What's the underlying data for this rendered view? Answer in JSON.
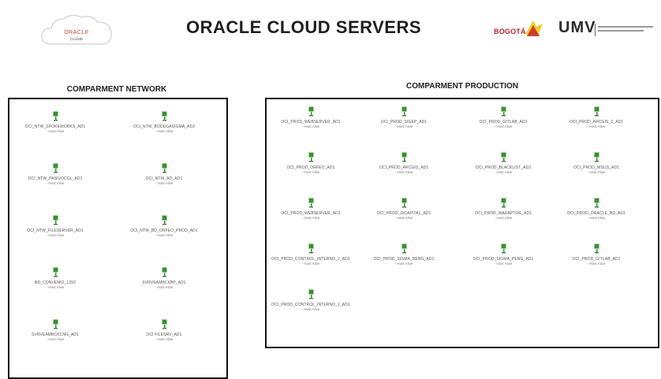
{
  "header": {
    "title": "ORACLE CLOUD SERVERS",
    "oracle_logo_text": "ORACLE",
    "oracle_logo_subtext": "CLOUD",
    "bogota_logo_text": "BOGOTÁ",
    "umv_logo_text": "UMV"
  },
  "colors": {
    "server_icon": "#3f8a3a",
    "server_icon_light": "#9ad98f",
    "oracle_red": "#c74634",
    "bogota_red": "#c2272d"
  },
  "network": {
    "title": "COMPARMENT NETWORK",
    "nodes": [
      {
        "name": "OCI_NTW_SPOKEWORKS_AD1",
        "status": "- Host Alive"
      },
      {
        "name": "OCI_NTW_BODEGASIGMA_AD2",
        "status": "- Host Alive"
      },
      {
        "name": "OCI_NTW_PASIVOCGL_AD1",
        "status": "- Host Alive"
      },
      {
        "name": "OCI_NTW_AD_AD1",
        "status": "- Host Alive"
      },
      {
        "name": "OCI_NTW_FILESERVER_AD1",
        "status": "- Host Alive"
      },
      {
        "name": "OCI_NTW_BD_ORFEO_PROD_AD1",
        "status": "- Host Alive"
      },
      {
        "name": "BD_CONVENIO_1292",
        "status": "- Host Alive"
      },
      {
        "name": "SVRVEAMBCKBP_AD1",
        "status": "- Host Alive"
      },
      {
        "name": "SVRVEAMBCKCNG_AD1",
        "status": "- Host Alive"
      },
      {
        "name": "OCI FILESRV_AD1",
        "status": "- Host Alive"
      }
    ]
  },
  "production": {
    "title": "COMPARMENT PRODUCTION",
    "nodes": [
      {
        "name": "OCI_PROD_WEBSERVER_AD1",
        "status": "- Host Alive"
      },
      {
        "name": "OCI_PROD_SIGEP_AD1",
        "status": "- Host Alive"
      },
      {
        "name": "OCI_PROD_GITLAB_AD1",
        "status": "- Host Alive"
      },
      {
        "name": "OCI_PROD_ARCGIS_2_AD1",
        "status": "- Host Alive"
      },
      {
        "name": "OCI_PROD_ORFEO_AD1",
        "status": "- Host Alive"
      },
      {
        "name": "OCI_PROD_ARCGIS_AD1",
        "status": "- Host Alive"
      },
      {
        "name": "OCI_PROD_BLACKLIST_AD2",
        "status": "- Host Alive"
      },
      {
        "name": "OCI_PROD_WSUS_AD1",
        "status": "- Host Alive"
      },
      {
        "name": "OCI_PROD_WEBSERVER_AD1",
        "status": "- Host Alive"
      },
      {
        "name": "OCI_PROD_SICAPITAL_AD1",
        "status": "- Host Alive"
      },
      {
        "name": "OCI_PROD_WADAPTOR_AD1",
        "status": "- Host Alive"
      },
      {
        "name": "OCI_PROD_ORACLE_BD_AD1",
        "status": "- Host Alive"
      },
      {
        "name": "OCI_PROD_CONTROL_INTERNO_2_AD1",
        "status": "- Host Alive"
      },
      {
        "name": "OCI_PROD_SIGMA_BENG_AD1",
        "status": "- Host Alive"
      },
      {
        "name": "OCI_PROD_SIGMA_PENG_AD1",
        "status": "- Host Alive"
      },
      {
        "name": "OCI_PROD_GITLAB_AD1",
        "status": "- Host Alive"
      },
      {
        "name": "OCI_PROD_CONTROL_INTERNO_2_AD1",
        "status": "- Host Alive"
      }
    ]
  }
}
